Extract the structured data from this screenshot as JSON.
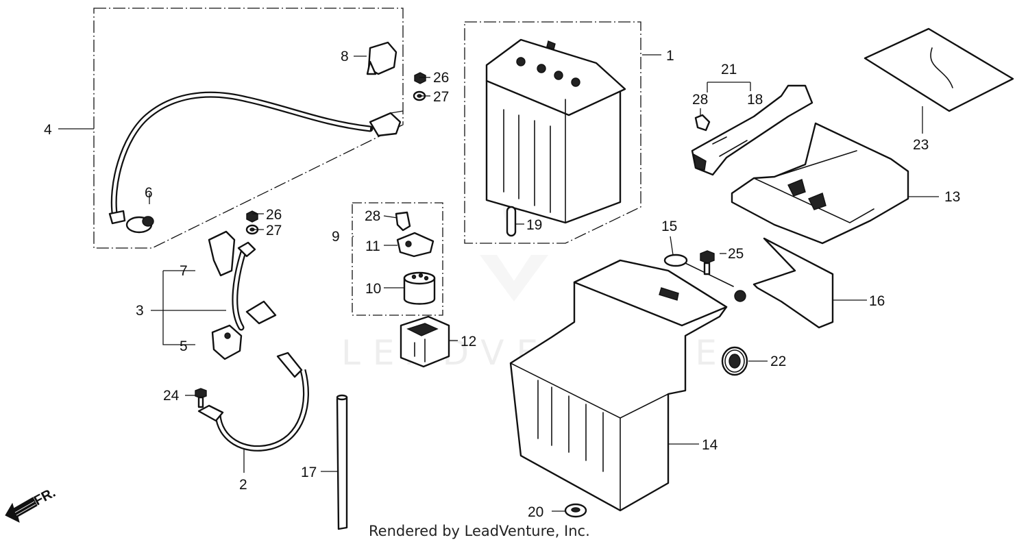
{
  "labels": {
    "p1": "1",
    "p2": "2",
    "p3": "3",
    "p4": "4",
    "p5": "5",
    "p6": "6",
    "p7": "7",
    "p8": "8",
    "p9": "9",
    "p10": "10",
    "p11": "11",
    "p12": "12",
    "p13": "13",
    "p14": "14",
    "p15": "15",
    "p16": "16",
    "p17": "17",
    "p18": "18",
    "p19": "19",
    "p20": "20",
    "p21": "21",
    "p22": "22",
    "p23": "23",
    "p24": "24",
    "p25": "25",
    "p26a": "26",
    "p26b": "26",
    "p27a": "27",
    "p27b": "27",
    "p28a": "28",
    "p28b": "28"
  },
  "direction_marker": "FR.",
  "watermark": "LEADVENTURE",
  "footer": "Rendered by LeadVenture, Inc."
}
